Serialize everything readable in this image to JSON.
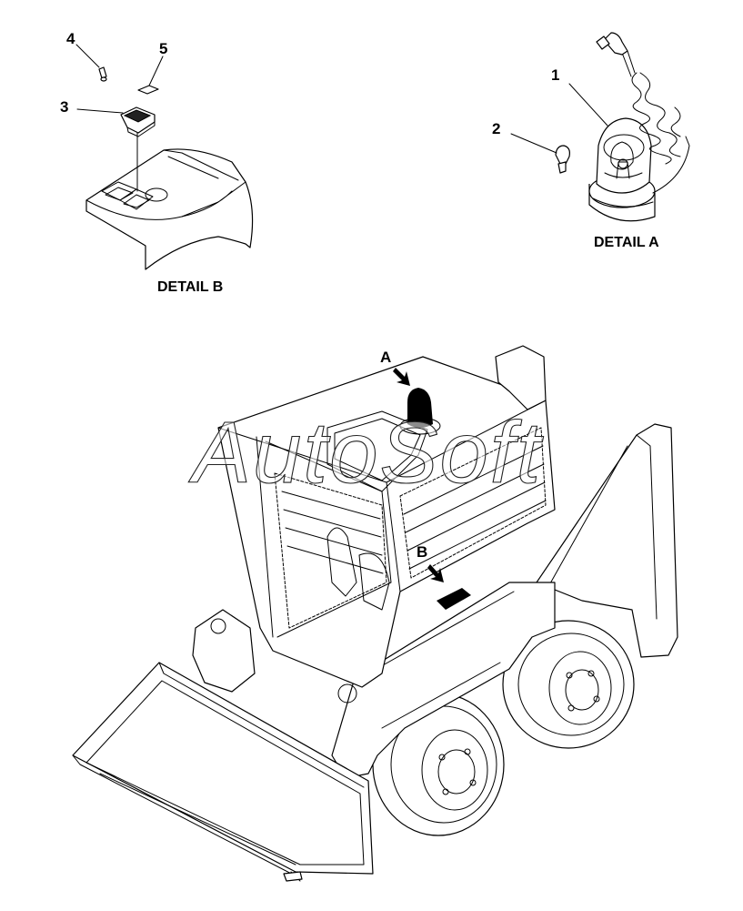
{
  "callouts": {
    "n1": "1",
    "n2": "2",
    "n3": "3",
    "n4": "4",
    "n5": "5",
    "detail_a_letter": "A",
    "detail_b_letter": "B"
  },
  "captions": {
    "detail_a": "DETAIL A",
    "detail_b": "DETAIL B"
  },
  "watermark": "AutoSoft",
  "colors": {
    "line": "#000000",
    "background": "#ffffff"
  }
}
